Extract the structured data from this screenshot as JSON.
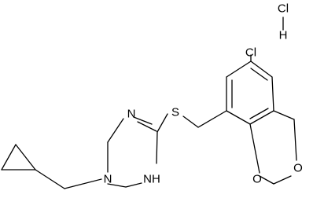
{
  "molecule": {
    "atoms": {
      "hcl_cl": "Cl",
      "hcl_h": "H",
      "aryl_cl": "Cl",
      "s": "S",
      "n_ring_top": "N",
      "n_ring_bottom": "N",
      "nh": "NH",
      "o_ring_left": "O",
      "o_ring_right": "O"
    }
  }
}
